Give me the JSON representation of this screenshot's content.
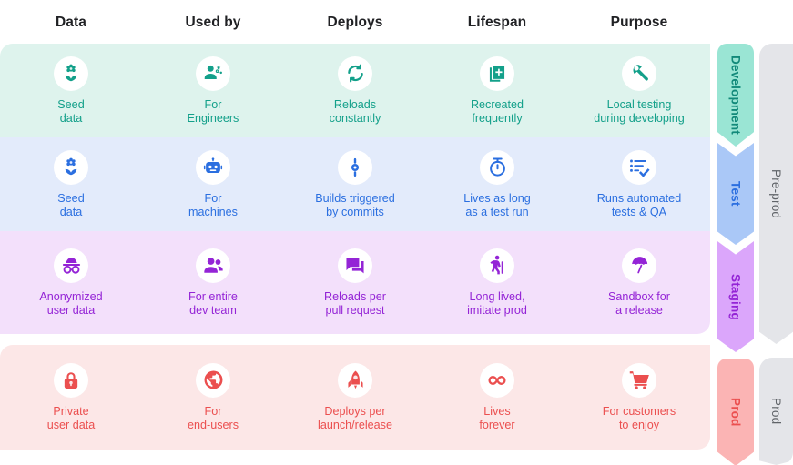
{
  "columns": [
    "Data",
    "Used by",
    "Deploys",
    "Lifespan",
    "Purpose"
  ],
  "colors": {
    "dev_accent": "#13a08a",
    "dev_band": "#def3ed",
    "dev_chev": "#9ae5d4",
    "test_accent": "#2b6fe0",
    "test_band": "#e3ebfb",
    "test_chev": "#aac8f7",
    "staging_accent": "#9424d6",
    "staging_band": "#f3e0fb",
    "staging_chev": "#dba6fb",
    "prod_accent": "#eb4f4f",
    "prod_band": "#fce7e7",
    "prod_chev": "#fbb4b4",
    "group_band": "#e4e5e9",
    "group_text": "#5f6368",
    "header_text": "#202124",
    "bubble": "#ffffff"
  },
  "rows": [
    {
      "key": "dev",
      "stage_label": "Development",
      "cells": [
        {
          "icon": "flower-seedling-icon",
          "label": "Seed\ndata"
        },
        {
          "icon": "engineer-person-gears-icon",
          "label": "For\nEngineers"
        },
        {
          "icon": "refresh-circular-arrows-icon",
          "label": "Reloads\nconstantly"
        },
        {
          "icon": "duplicate-plus-icon",
          "label": "Recreated\nfrequently"
        },
        {
          "icon": "wrench-icon",
          "label": "Local testing\nduring developing"
        }
      ]
    },
    {
      "key": "test",
      "stage_label": "Test",
      "cells": [
        {
          "icon": "flower-seedling-icon",
          "label": "Seed\ndata"
        },
        {
          "icon": "robot-icon",
          "label": "For\nmachines"
        },
        {
          "icon": "commit-node-icon",
          "label": "Builds triggered\nby commits"
        },
        {
          "icon": "stopwatch-icon",
          "label": "Lives as long\nas a test run"
        },
        {
          "icon": "checklist-check-icon",
          "label": "Runs automated\ntests & QA"
        }
      ]
    },
    {
      "key": "staging",
      "stage_label": "Staging",
      "cells": [
        {
          "icon": "incognito-hat-glasses-icon",
          "label": "Anonymized\nuser data"
        },
        {
          "icon": "people-group-icon",
          "label": "For entire\ndev team"
        },
        {
          "icon": "forum-comment-icon",
          "label": "Reloads per\npull request"
        },
        {
          "icon": "elderly-walking-icon",
          "label": "Long lived,\nimitate prod"
        },
        {
          "icon": "beach-umbrella-icon",
          "label": "Sandbox for\na release"
        }
      ]
    },
    {
      "key": "prod",
      "stage_label": "Prod",
      "cells": [
        {
          "icon": "lock-icon",
          "label": "Private\nuser data"
        },
        {
          "icon": "globe-icon",
          "label": "For\nend-users"
        },
        {
          "icon": "rocket-icon",
          "label": "Deploys per\nlaunch/release"
        },
        {
          "icon": "infinity-icon",
          "label": "Lives\nforever"
        },
        {
          "icon": "shopping-cart-icon",
          "label": "For customers\nto enjoy"
        }
      ]
    }
  ],
  "groups": [
    {
      "key": "preprod",
      "label": "Pre-prod"
    },
    {
      "key": "prod",
      "label": "Prod"
    }
  ]
}
